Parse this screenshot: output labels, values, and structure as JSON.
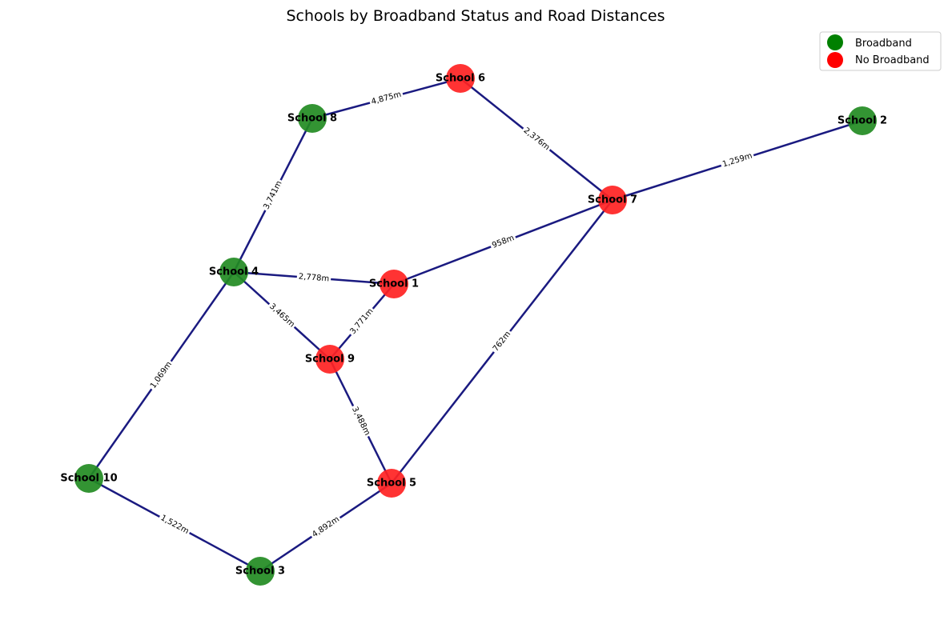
{
  "title": "Schools by Broadband Status and Road Distances",
  "colors": {
    "broadband": "#228B22",
    "no_broadband": "#FF2222",
    "edge": "#1a1a80"
  },
  "legend": [
    {
      "key": "broadband",
      "label": "Broadband",
      "color": "#008000"
    },
    {
      "key": "no_broadband",
      "label": "No Broadband",
      "color": "#FF0000"
    }
  ],
  "nodes": [
    {
      "id": "School 1",
      "label": "School 1",
      "broadband": false
    },
    {
      "id": "School 2",
      "label": "School 2",
      "broadband": true
    },
    {
      "id": "School 3",
      "label": "School 3",
      "broadband": true
    },
    {
      "id": "School 4",
      "label": "School 4",
      "broadband": true
    },
    {
      "id": "School 5",
      "label": "School 5",
      "broadband": false
    },
    {
      "id": "School 6",
      "label": "School 6",
      "broadband": false
    },
    {
      "id": "School 7",
      "label": "School 7",
      "broadband": false
    },
    {
      "id": "School 8",
      "label": "School 8",
      "broadband": true
    },
    {
      "id": "School 9",
      "label": "School 9",
      "broadband": false
    },
    {
      "id": "School 10",
      "label": "School 10",
      "broadband": true
    }
  ],
  "edges": [
    {
      "source": "School 8",
      "target": "School 6",
      "label": "4,875m"
    },
    {
      "source": "School 6",
      "target": "School 7",
      "label": "2,376m"
    },
    {
      "source": "School 7",
      "target": "School 2",
      "label": "1,259m"
    },
    {
      "source": "School 8",
      "target": "School 4",
      "label": "3,741m"
    },
    {
      "source": "School 4",
      "target": "School 1",
      "label": "2,778m"
    },
    {
      "source": "School 1",
      "target": "School 7",
      "label": "958m"
    },
    {
      "source": "School 4",
      "target": "School 9",
      "label": "3,465m"
    },
    {
      "source": "School 9",
      "target": "School 1",
      "label": "3,771m"
    },
    {
      "source": "School 7",
      "target": "School 5",
      "label": "762m"
    },
    {
      "source": "School 4",
      "target": "School 10",
      "label": "1,069m"
    },
    {
      "source": "School 9",
      "target": "School 5",
      "label": "3,488m"
    },
    {
      "source": "School 10",
      "target": "School 3",
      "label": "1,522m"
    },
    {
      "source": "School 3",
      "target": "School 5",
      "label": "4,892m"
    }
  ]
}
